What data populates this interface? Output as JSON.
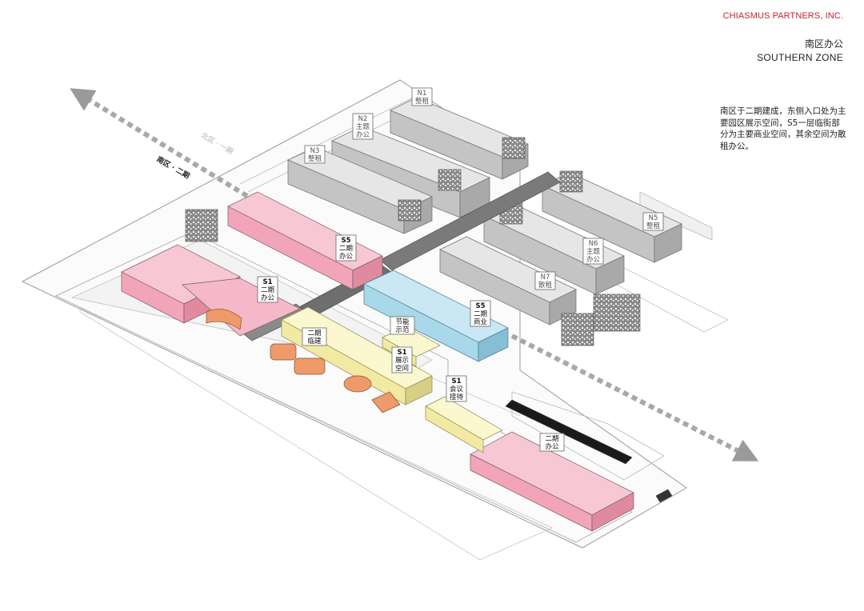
{
  "header": {
    "brand": "CHIASMUS PARTNERS, INC.",
    "zone_cn": "南区办公",
    "zone_en": "SOUTHERN ZONE"
  },
  "description": "南区于二期建成，东侧入口处为主要园区展示空间，S5一层临街部分为主要商业空间，其余空间为散租办公。",
  "axes": {
    "north": "北区 · 一期",
    "south": "南区 · 二期"
  },
  "colors": {
    "office_pink": "#f2a4b8",
    "commercial_blue": "#a8d8ea",
    "exhibit_yellow": "#f7f0b0",
    "pavilion_orange": "#ef9a6a",
    "grey_building": "#c9c9c9",
    "walkway": "#6a6a6a"
  },
  "labels": [
    {
      "id": "n1",
      "lines": [
        "N1",
        "整租"
      ],
      "tone": "grey"
    },
    {
      "id": "n2",
      "lines": [
        "N2",
        "主题",
        "办公"
      ],
      "tone": "grey"
    },
    {
      "id": "n3",
      "lines": [
        "N3",
        "整租"
      ],
      "tone": "grey"
    },
    {
      "id": "n5",
      "lines": [
        "N5",
        "整租"
      ],
      "tone": "grey"
    },
    {
      "id": "n6",
      "lines": [
        "N6",
        "主题",
        "办公"
      ],
      "tone": "grey"
    },
    {
      "id": "n7",
      "lines": [
        "N7",
        "散租"
      ],
      "tone": "grey"
    },
    {
      "id": "s5-office",
      "lines": [
        "S5",
        "二期",
        "办公"
      ],
      "tone": "dark"
    },
    {
      "id": "s1-office",
      "lines": [
        "S1",
        "二期",
        "办公"
      ],
      "tone": "dark"
    },
    {
      "id": "s5-commerce",
      "lines": [
        "S5",
        "二期",
        "商业"
      ],
      "tone": "dark"
    },
    {
      "id": "temp",
      "lines": [
        "二期",
        "临建"
      ],
      "tone": "dark"
    },
    {
      "id": "energy",
      "lines": [
        "节能",
        "示范"
      ],
      "tone": "dark"
    },
    {
      "id": "s1-exhibit",
      "lines": [
        "S1",
        "展示",
        "空间"
      ],
      "tone": "dark"
    },
    {
      "id": "s1-meeting",
      "lines": [
        "S1",
        "会议",
        "接待"
      ],
      "tone": "dark"
    },
    {
      "id": "office2",
      "lines": [
        "二期",
        "办公"
      ],
      "tone": "dark"
    }
  ]
}
